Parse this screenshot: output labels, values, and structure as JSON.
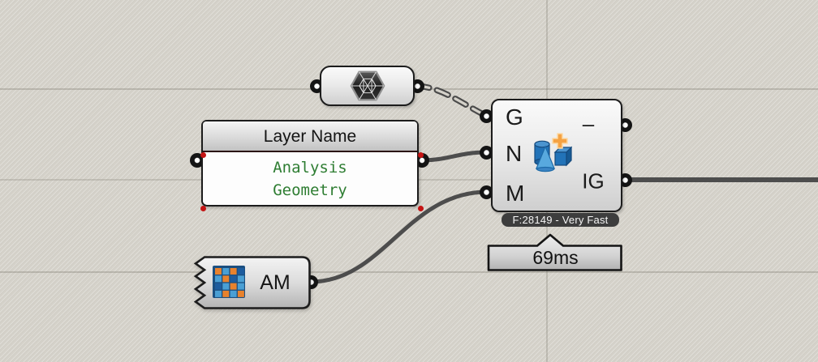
{
  "canvas": {
    "background": "#d4d1c9",
    "grid_color": "#7d7a70"
  },
  "colors": {
    "wire": "#4d4d4d",
    "panel_text_green": "#2e7d32",
    "grip_red": "#c41414",
    "node_border": "#1c1c1c",
    "tooltip_bg": "#3d3d3d",
    "icon_blue": "#2273b8",
    "icon_orange": "#f0862d"
  },
  "nodes": {
    "mesh": {
      "icon": "hexagon-snowflake-icon"
    },
    "panel": {
      "title": "Layer Name",
      "lines": [
        "Analysis",
        "Geometry"
      ]
    },
    "am": {
      "label": "AM",
      "icon": "pixel-grid-icon"
    },
    "main": {
      "inputs": [
        "G",
        "N",
        "M"
      ],
      "outputs": [
        "–",
        "IG"
      ],
      "icon": "blue-geometry-plus-icon",
      "tooltip": "F:28149 - Very Fast",
      "runtime": "69ms"
    }
  }
}
